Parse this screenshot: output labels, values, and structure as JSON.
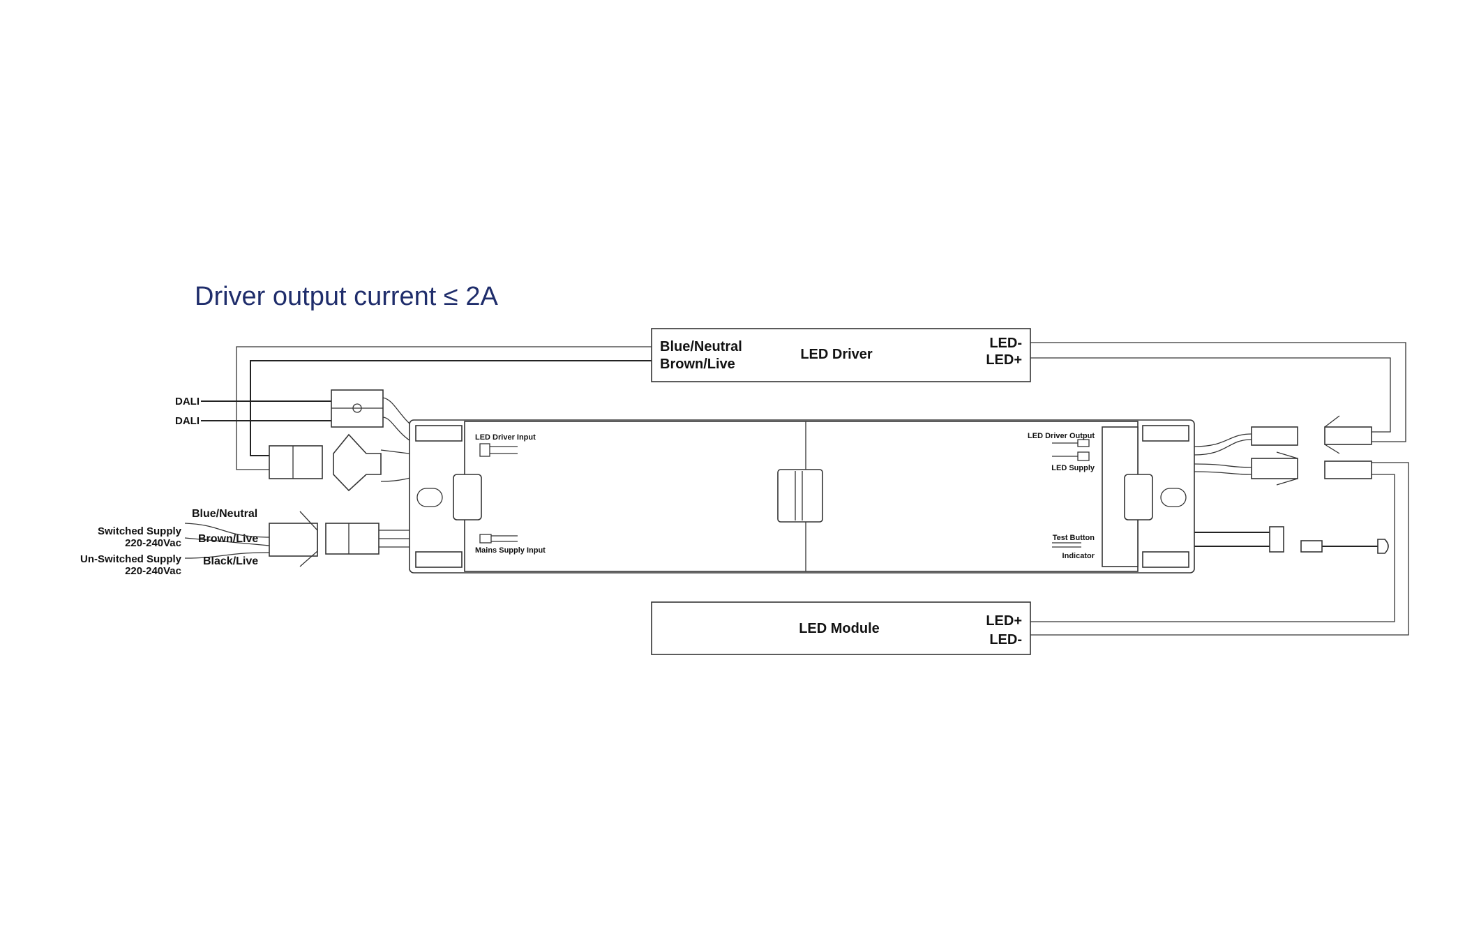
{
  "title": "Driver output current ≤ 2A",
  "colors": {
    "title": "#1f2d6b",
    "line": "#222222"
  },
  "led_driver": {
    "label": "LED Driver",
    "input_neutral": "Blue/Neutral",
    "input_live": "Brown/Live",
    "out_neg": "LED-",
    "out_pos": "LED+"
  },
  "led_module": {
    "label": "LED Module",
    "in_pos": "LED+",
    "in_neg": "LED-"
  },
  "dali": [
    "DALI",
    "DALI"
  ],
  "supply": {
    "blue": "Blue/Neutral",
    "brown": "Brown/Live",
    "black": "Black/Live",
    "switched": "Switched Supply",
    "switched_v": "220-240Vac",
    "unswitched": "Un-Switched Supply",
    "unswitched_v": "220-240Vac"
  },
  "unit_labels": {
    "led_driver_input": "LED Driver Input",
    "mains_supply_input": "Mains Supply Input",
    "led_driver_output": "LED Driver Output",
    "led_supply": "LED Supply",
    "test_button": "Test Button",
    "indicator": "Indicator"
  }
}
